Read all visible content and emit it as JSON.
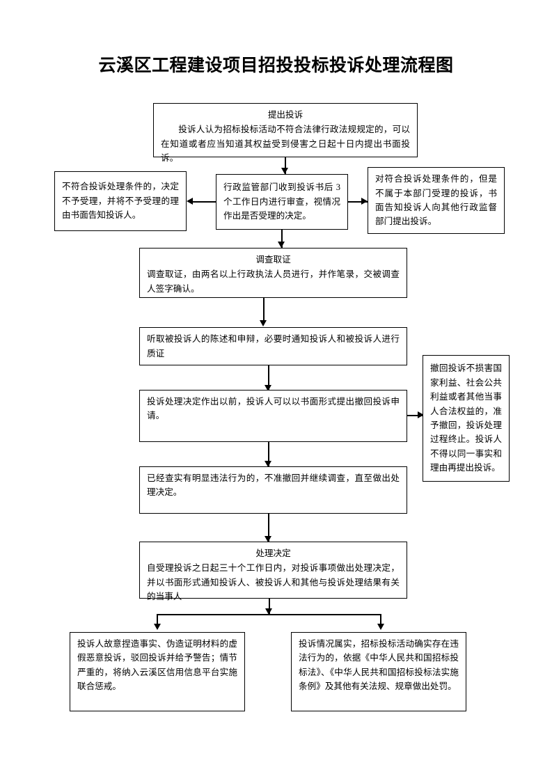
{
  "document": {
    "title": "云溪区工程建设项目招投投标投诉处理流程图"
  },
  "nodes": {
    "submit_complaint": {
      "heading": "提出投诉",
      "body": "投诉人认为招标投标活动不符合法律行政法规规定的，可以在知道或者应当知道其权益受到侵害之日起十日内提出书面投诉。"
    },
    "review_decision": {
      "body": "行政监管部门收到投诉书后 3 个工作日内进行审查，视情况作出是否受理的决定。"
    },
    "not_accepted": {
      "body": "不符合投诉处理条件的，决定不予受理，并将不予受理的理由书面告知投诉人。"
    },
    "transfer_other_dept": {
      "body": "对符合投诉处理条件的，但是不属于本部门受理的投诉，书面告知投诉人向其他行政监督部门提出投诉。"
    },
    "investigation": {
      "heading": "调查取证",
      "body": "调查取证，由两名以上行政执法人员进行，并作笔录，交被调查人签字确认。"
    },
    "hearing": {
      "body": "听取被投诉人的陈述和申辩，必要时通知投诉人和被投诉人进行质证"
    },
    "withdraw_request": {
      "body": "投诉处理决定作出以前，投诉人可以以书面形式提出撤回投诉申请。"
    },
    "withdraw_allowed": {
      "body": "撤回投诉不损害国家利益、社会公共利益或者其他当事人合法权益的，准予撤回，投诉处理过程终止。投诉人不得以同一事实和理由再提出投诉。"
    },
    "withdraw_denied": {
      "body": "已经查实有明显违法行为的，不准撤回并继续调查，直至做出处理决定。"
    },
    "handling_decision": {
      "heading": "处理决定",
      "body": "自受理投诉之日起三十个工作日内，对投诉事项做出处理决定，并以书面形式通知投诉人、被投诉人和其他与投诉处理结果有关的当事人"
    },
    "false_complaint": {
      "body": "投诉人故意捏造事实、伪造证明材料的虚假恶意投诉，驳回投诉并给予警告；情节严重的，将纳入云溪区信用信息平台实施联合惩戒。"
    },
    "violation_penalty": {
      "body": "投诉情况属实，招标投标活动确实存在违法行为的，依据《中华人民共和国招标投标法》、《中华人民共和国招标投标法实施条例》及其他有关法规、规章做出处罚。"
    }
  },
  "colors": {
    "line": "#000000",
    "background": "#ffffff",
    "text": "#000000"
  }
}
